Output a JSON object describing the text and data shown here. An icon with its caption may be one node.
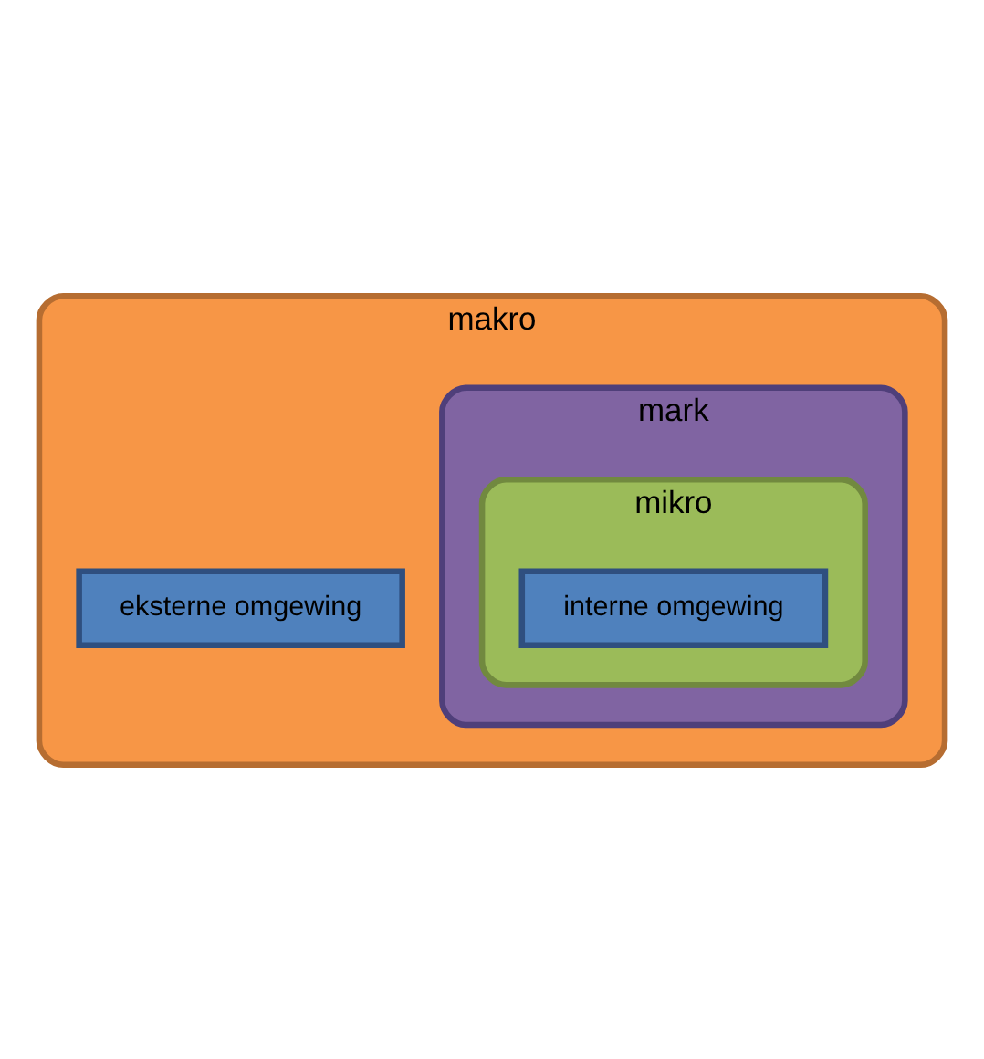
{
  "diagram": {
    "nodes": [
      {
        "text": [
          "makro"
        ]
      },
      {
        "text": [
          "mark"
        ],
        "in": 0
      },
      {
        "text": [
          "mikro"
        ],
        "in": 1
      },
      {
        "text": [
          "interne omgewing"
        ],
        "in": 2
      },
      {
        "text": [
          "eksterne omgewing"
        ],
        "in": 0
      }
    ],
    "edges": []
  }
}
